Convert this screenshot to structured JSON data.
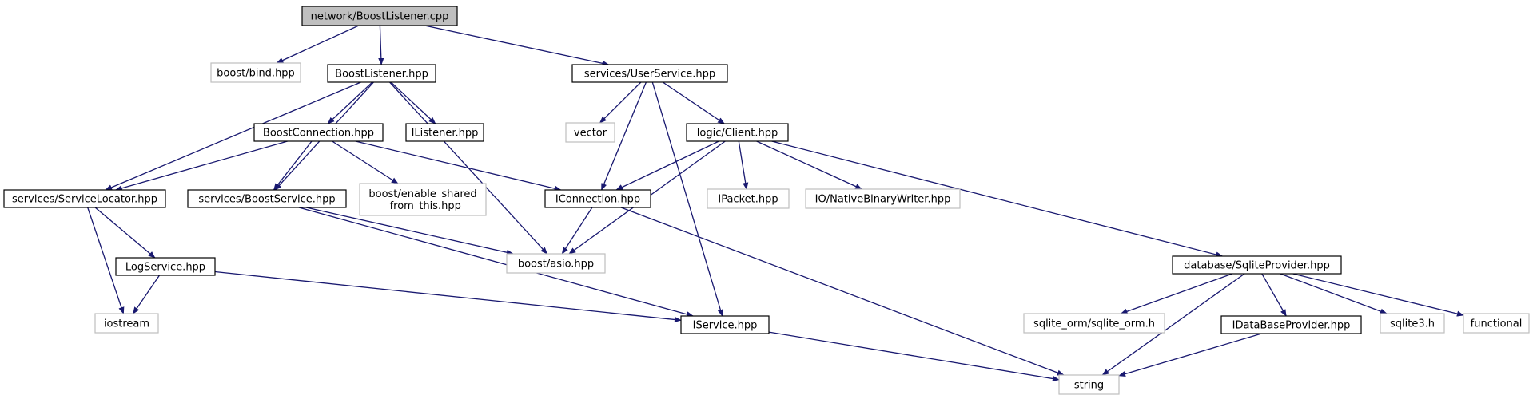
{
  "diagram": {
    "type": "include-dependency-graph",
    "colors": {
      "edge": "#191970",
      "root_fill": "#bfbfbf",
      "local_border": "#000000",
      "system_border": "#bfbfbf"
    },
    "nodes": [
      {
        "id": "root",
        "label": "network/BoostListener.cpp",
        "kind": "root"
      },
      {
        "id": "bind",
        "label": "boost/bind.hpp",
        "kind": "system"
      },
      {
        "id": "blh",
        "label": "BoostListener.hpp",
        "kind": "local"
      },
      {
        "id": "us",
        "label": "services/UserService.hpp",
        "kind": "local"
      },
      {
        "id": "bc",
        "label": "BoostConnection.hpp",
        "kind": "local"
      },
      {
        "id": "il",
        "label": "IListener.hpp",
        "kind": "local"
      },
      {
        "id": "vec",
        "label": "vector",
        "kind": "system"
      },
      {
        "id": "lc",
        "label": "logic/Client.hpp",
        "kind": "local"
      },
      {
        "id": "sl",
        "label": "services/ServiceLocator.hpp",
        "kind": "local"
      },
      {
        "id": "bs",
        "label": "services/BoostService.hpp",
        "kind": "local"
      },
      {
        "id": "esft",
        "label": "boost/enable_shared_from_this.hpp",
        "lines": [
          "boost/enable_shared",
          "_from_this.hpp"
        ],
        "kind": "system"
      },
      {
        "id": "ic",
        "label": "IConnection.hpp",
        "kind": "local"
      },
      {
        "id": "ip",
        "label": "IPacket.hpp",
        "kind": "system"
      },
      {
        "id": "nbw",
        "label": "IO/NativeBinaryWriter.hpp",
        "kind": "system"
      },
      {
        "id": "ls",
        "label": "LogService.hpp",
        "kind": "local"
      },
      {
        "id": "asio",
        "label": "boost/asio.hpp",
        "kind": "system"
      },
      {
        "id": "sp",
        "label": "database/SqliteProvider.hpp",
        "kind": "local"
      },
      {
        "id": "ios",
        "label": "iostream",
        "kind": "system"
      },
      {
        "id": "is",
        "label": "IService.hpp",
        "kind": "local"
      },
      {
        "id": "orm",
        "label": "sqlite_orm/sqlite_orm.h",
        "kind": "system"
      },
      {
        "id": "idbp",
        "label": "IDataBaseProvider.hpp",
        "kind": "local"
      },
      {
        "id": "sq3",
        "label": "sqlite3.h",
        "kind": "system"
      },
      {
        "id": "func",
        "label": "functional",
        "kind": "system"
      },
      {
        "id": "str",
        "label": "string",
        "kind": "system"
      }
    ],
    "edges": [
      [
        "root",
        "bind"
      ],
      [
        "root",
        "blh"
      ],
      [
        "root",
        "us"
      ],
      [
        "blh",
        "sl"
      ],
      [
        "blh",
        "bs"
      ],
      [
        "blh",
        "bc"
      ],
      [
        "blh",
        "il"
      ],
      [
        "blh",
        "asio"
      ],
      [
        "us",
        "vec"
      ],
      [
        "us",
        "ic"
      ],
      [
        "us",
        "lc"
      ],
      [
        "us",
        "is"
      ],
      [
        "bc",
        "sl"
      ],
      [
        "bc",
        "bs"
      ],
      [
        "bc",
        "esft"
      ],
      [
        "bc",
        "ic"
      ],
      [
        "lc",
        "ic"
      ],
      [
        "lc",
        "asio"
      ],
      [
        "lc",
        "ip"
      ],
      [
        "lc",
        "nbw"
      ],
      [
        "lc",
        "sp"
      ],
      [
        "sl",
        "ls"
      ],
      [
        "sl",
        "ios"
      ],
      [
        "bs",
        "asio"
      ],
      [
        "bs",
        "is"
      ],
      [
        "ic",
        "asio"
      ],
      [
        "ic",
        "str"
      ],
      [
        "ls",
        "ios"
      ],
      [
        "ls",
        "is"
      ],
      [
        "is",
        "str"
      ],
      [
        "sp",
        "orm"
      ],
      [
        "sp",
        "str"
      ],
      [
        "sp",
        "idbp"
      ],
      [
        "sp",
        "sq3"
      ],
      [
        "sp",
        "func"
      ],
      [
        "idbp",
        "str"
      ]
    ]
  }
}
